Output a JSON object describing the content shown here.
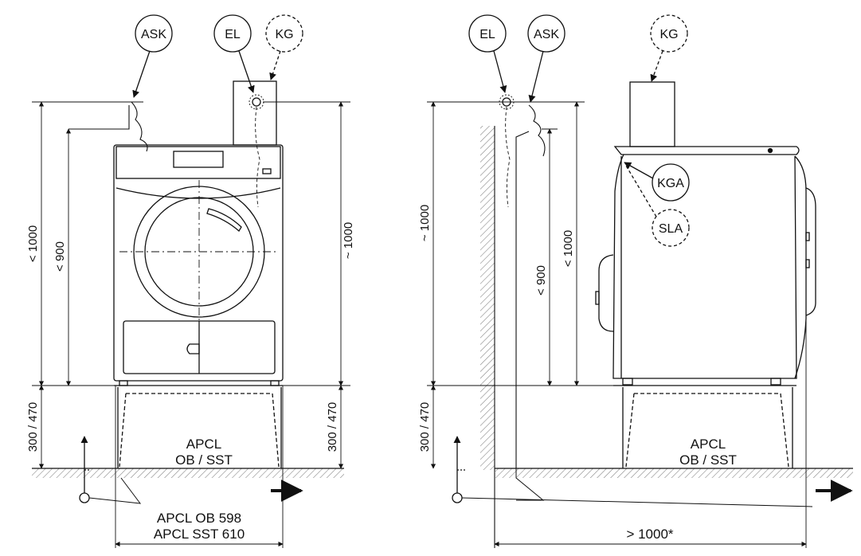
{
  "front_view": {
    "bubbles": {
      "ask": "ASK",
      "el": "EL",
      "kg": "KG"
    },
    "dim_overall_height": "< 1000",
    "dim_top_height": "< 900",
    "dim_duct_height": "~ 1000",
    "dim_plinth_left": "300 / 470",
    "dim_plinth_right": "300 / 470",
    "plinth_label_line1": "APCL",
    "plinth_label_line2": "OB / SST",
    "width_line1": "APCL OB 598",
    "width_line2": "APCL SST 610"
  },
  "side_view": {
    "bubbles": {
      "el": "EL",
      "ask": "ASK",
      "kg": "KG",
      "kga": "KGA",
      "sla": "SLA"
    },
    "dim_overall_height": "~ 1000",
    "dim_top_height": "< 900",
    "dim_ask_height": "< 1000",
    "dim_plinth": "300 / 470",
    "plinth_label_line1": "APCL",
    "plinth_label_line2": "OB / SST",
    "wall_distance": "> 1000*"
  },
  "colors": {
    "ink": "#111111",
    "hatch": "#777777"
  }
}
